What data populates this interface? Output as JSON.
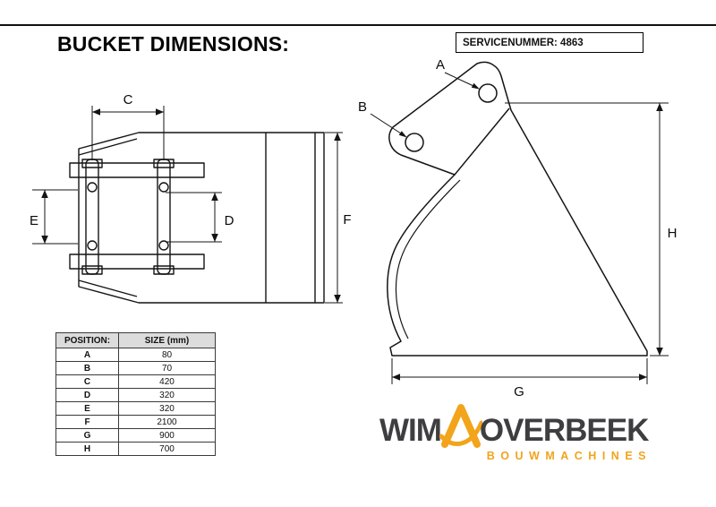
{
  "page": {
    "title": "BUCKET DIMENSIONS:",
    "service_number_label": "SERVICENUMMER: 4863"
  },
  "dims": {
    "a": "A",
    "b": "B",
    "c": "C",
    "d": "D",
    "e": "E",
    "f": "F",
    "g": "G",
    "h": "H"
  },
  "table": {
    "headers": [
      "POSITION:",
      "SIZE (mm)"
    ],
    "rows": [
      [
        "A",
        "80"
      ],
      [
        "B",
        "70"
      ],
      [
        "C",
        "420"
      ],
      [
        "D",
        "320"
      ],
      [
        "E",
        "320"
      ],
      [
        "F",
        "2100"
      ],
      [
        "G",
        "900"
      ],
      [
        "H",
        "700"
      ]
    ]
  },
  "logo": {
    "word1": "WIM",
    "word2": "OVERBEEK",
    "tagline": "BOUWMACHINES",
    "accent_color": "#F2A41B",
    "text_color": "#3E3D40"
  }
}
